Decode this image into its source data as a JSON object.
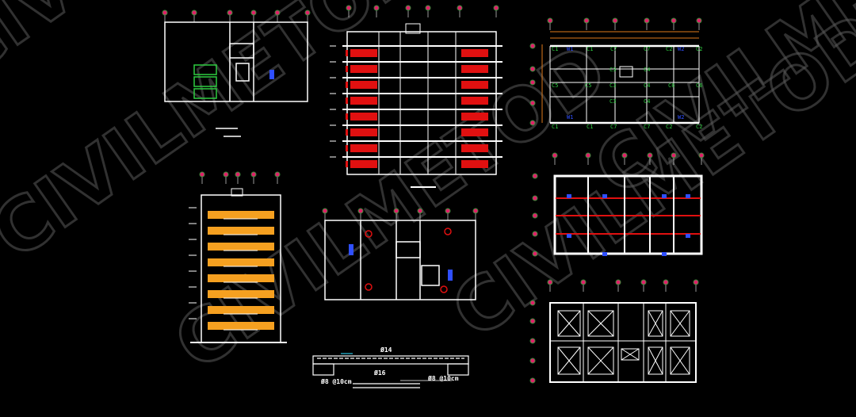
{
  "watermark": {
    "text": "CIVILMETOD"
  },
  "colors": {
    "background": "#000000",
    "lines": "#ffffff",
    "axis_bubble": "#e0206a",
    "dimension": "#e07a1a",
    "furniture": "#e01010",
    "balcony": "#f5a020",
    "column_label": "#2ecc40",
    "wall_label": "#2f4fff"
  },
  "structural_plan": {
    "top_labels": [
      "C1",
      "W1",
      "C1",
      "C7",
      "C7",
      "C2",
      "W2",
      "C2"
    ],
    "middle_labels": [
      "C3",
      "C4",
      "C5",
      "C5",
      "C3",
      "C4",
      "C6",
      "C6",
      "C3",
      "C4"
    ],
    "bottom_labels": [
      "C1",
      "W1",
      "C1",
      "C7",
      "C7",
      "C2",
      "W2",
      "C2"
    ]
  },
  "slab_detail": {
    "top_bar": "Ø14",
    "mid_bar": "Ø16",
    "left_stirrup": "Ø8 @10cm",
    "right_stirrup": "Ø8 @10cm"
  },
  "floors": 8
}
